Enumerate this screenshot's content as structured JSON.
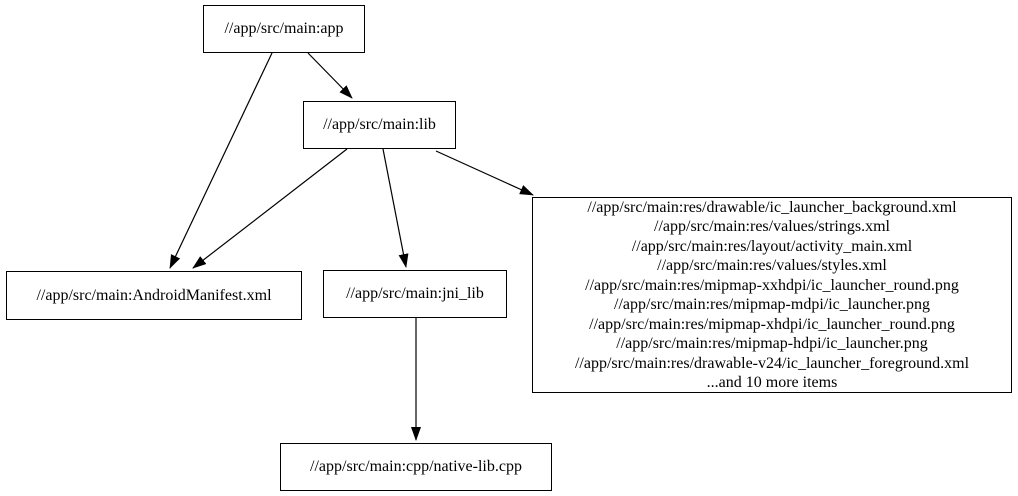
{
  "graph": {
    "background_color": "#ffffff",
    "node_border_color": "#000000",
    "edge_color": "#000000",
    "text_color": "#000000",
    "nodes": [
      {
        "id": "app",
        "label": "//app/src/main:app"
      },
      {
        "id": "lib",
        "label": "//app/src/main:lib"
      },
      {
        "id": "manifest",
        "label": "//app/src/main:AndroidManifest.xml"
      },
      {
        "id": "jni_lib",
        "label": "//app/src/main:jni_lib"
      },
      {
        "id": "res_files",
        "lines": [
          "//app/src/main:res/drawable/ic_launcher_background.xml",
          "//app/src/main:res/values/strings.xml",
          "//app/src/main:res/layout/activity_main.xml",
          "//app/src/main:res/values/styles.xml",
          "//app/src/main:res/mipmap-xxhdpi/ic_launcher_round.png",
          "//app/src/main:res/mipmap-mdpi/ic_launcher.png",
          "//app/src/main:res/mipmap-xhdpi/ic_launcher_round.png",
          "//app/src/main:res/mipmap-hdpi/ic_launcher.png",
          "//app/src/main:res/drawable-v24/ic_launcher_foreground.xml",
          "...and 10 more items"
        ]
      },
      {
        "id": "native_lib_cpp",
        "label": "//app/src/main:cpp/native-lib.cpp"
      }
    ],
    "edges": [
      {
        "from": "app",
        "to": "manifest"
      },
      {
        "from": "app",
        "to": "lib"
      },
      {
        "from": "lib",
        "to": "manifest"
      },
      {
        "from": "lib",
        "to": "jni_lib"
      },
      {
        "from": "lib",
        "to": "res_files"
      },
      {
        "from": "jni_lib",
        "to": "native_lib_cpp"
      }
    ]
  }
}
